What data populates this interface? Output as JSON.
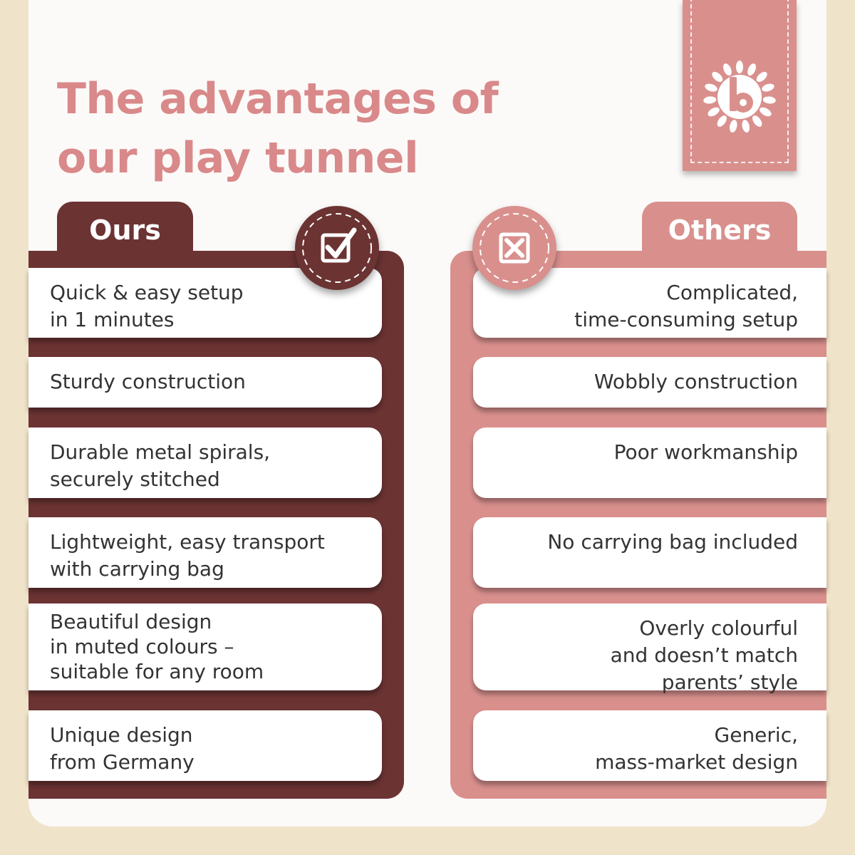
{
  "title": "The advantages of\nour play tunnel",
  "brand": {
    "logo_icon": "b-flower-logo-icon",
    "color": "#d9908d"
  },
  "colors": {
    "ours": "#6c3333",
    "others": "#d9908d",
    "title": "#d9898a",
    "background": "#efe3c9"
  },
  "ours": {
    "label": "Ours",
    "icon": "checked-box-icon",
    "items": [
      "Quick & easy setup\nin 1 minutes",
      "Sturdy construction",
      "Durable metal spirals,\nsecurely stitched",
      "Lightweight, easy transport\nwith carrying bag",
      "Beautiful design\nin muted colours –\nsuitable for any room",
      "Unique design\nfrom Germany"
    ]
  },
  "others": {
    "label": "Others",
    "icon": "crossed-box-icon",
    "items": [
      "Complicated,\ntime-consuming setup",
      "Wobbly construction",
      "Poor workmanship",
      "No carrying bag included",
      "Overly colourful\nand doesn’t match\nparents’ style",
      "Generic,\nmass-market design"
    ]
  }
}
